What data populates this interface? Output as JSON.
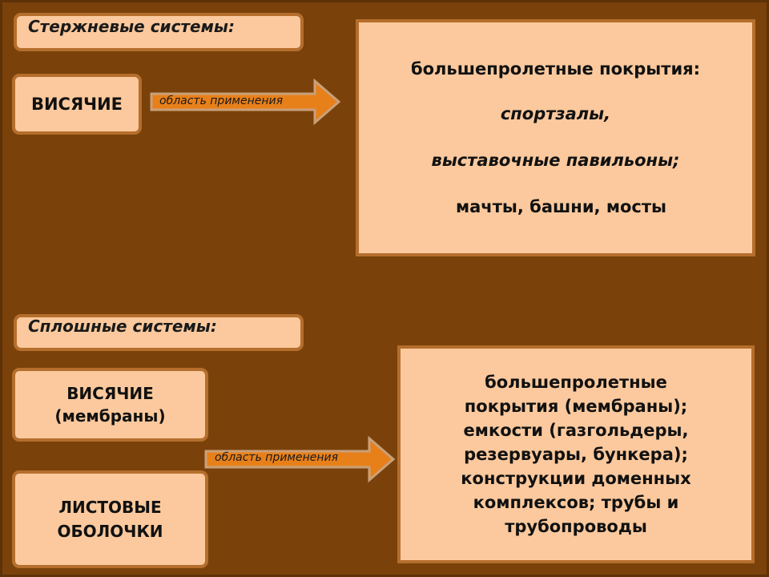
{
  "top": {
    "heading": "Стержневые системы:",
    "type_box": "ВИСЯЧИЕ",
    "arrow_label": "область применения",
    "info": {
      "line1": "большепролетные покрытия:",
      "line2": "спортзалы,",
      "line3": "выставочные павильоны;",
      "line4": "мачты,  башни,  мосты"
    }
  },
  "bottom": {
    "heading": "Сплошные системы:",
    "type_box1": {
      "line1": "ВИСЯЧИЕ",
      "line2": "(мембраны)"
    },
    "type_box2": {
      "line1": "ЛИСТОВЫЕ",
      "line2": "ОБОЛОЧКИ"
    },
    "arrow_label": "область применения",
    "info": {
      "line1": "большепролетные",
      "line2": "покрытия (мембраны);",
      "line3": "емкости (газгольдеры,",
      "line4": "резервуары, бункера);",
      "line5": "конструкции доменных",
      "line6": "комплексов; трубы и",
      "line7": "трубопроводы"
    }
  },
  "colors": {
    "background": "#7a420a",
    "box_fill": "#fbc99d",
    "box_border": "#b56e2c",
    "arrow_fill": "#e8801a",
    "arrow_border": "#c9a07a"
  }
}
